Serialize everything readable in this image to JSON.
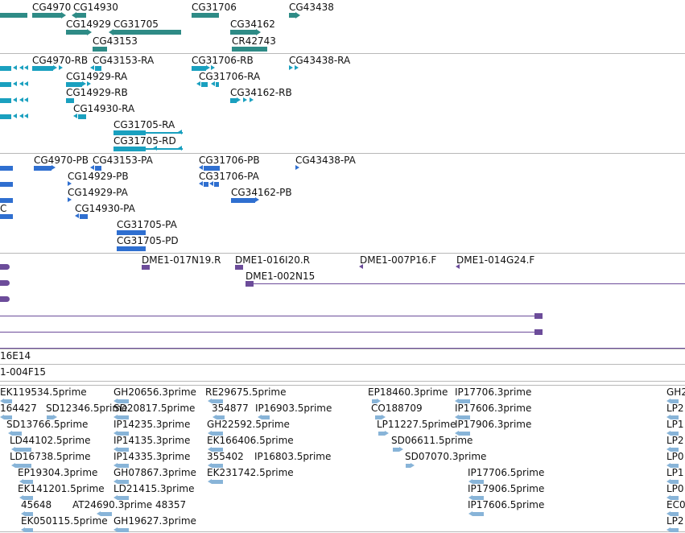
{
  "colors": {
    "gene": "#2e8b86",
    "transcript": "#1aa0bf",
    "protein": "#2f6fd0",
    "clone": "#6c4c9a",
    "est": "#88b4d8",
    "separator": "#b8b8b8"
  },
  "tracks": {
    "genes": {
      "labels": [
        "CG4970",
        "CG14930",
        "CG31706",
        "CG43438",
        "CG14929",
        "CG31705",
        "CG34162",
        "CG43153",
        "CR42743"
      ]
    },
    "transcripts": {
      "labels": [
        "CG4970-RB",
        "CG43153-RA",
        "CG31706-RB",
        "CG43438-RA",
        "CG14929-RA",
        "CG31706-RA",
        "CG14929-RB",
        "CG34162-RB",
        "CG14930-RA",
        "CG31705-RA",
        "CG31705-RD"
      ]
    },
    "proteins": {
      "labels": [
        "CG4970-PB",
        "CG43153-PA",
        "CG31706-PB",
        "CG43438-PA",
        "CG14929-PB",
        "CG31706-PA",
        "CG14929-PA",
        "CG34162-PB",
        "C",
        "CG14930-PA",
        "CG31705-PA",
        "CG31705-PD"
      ]
    },
    "clones": {
      "labels": [
        "DME1-017N19.R",
        "DME1-016I20.R",
        "DME1-007P16.F",
        "DME1-014G24.F",
        "DME1-002N15"
      ]
    },
    "contigs": {
      "labels": [
        "16E14",
        "1-004F15"
      ]
    },
    "ests": {
      "labels": [
        "EK119534.5prime",
        "GH20656.3prime",
        "RE29675.5prime",
        "EP18460.3prime",
        "IP17706.3prime",
        "GH2",
        "164427",
        "SD12346.5prime",
        "SD20817.5prime",
        "354877",
        "IP16903.5prime",
        "CO188709",
        "IP17606.3prime",
        "LP2",
        "SD13766.5prime",
        "IP14235.3prime",
        "GH22592.5prime",
        "LP11227.5prime",
        "IP17906.3prime",
        "LP1",
        "LD44102.5prime",
        "IP14135.3prime",
        "EK166406.5prime",
        "SD06611.5prime",
        "LP2",
        "LD16738.5prime",
        "IP14335.3prime",
        "355402",
        "IP16803.5prime",
        "SD07070.3prime",
        "LP0",
        "EP19304.3prime",
        "GH07867.3prime",
        "EK231742.5prime",
        "IP17706.5prime",
        "LP1",
        "EK141201.5prime",
        "LD21415.3prime",
        "IP17906.5prime",
        "LP0",
        "45648",
        "AT24690.3prime",
        "48357",
        "IP17606.5prime",
        "EC0",
        "EK050115.5prime",
        "GH19627.3prime",
        "LP2"
      ]
    }
  }
}
